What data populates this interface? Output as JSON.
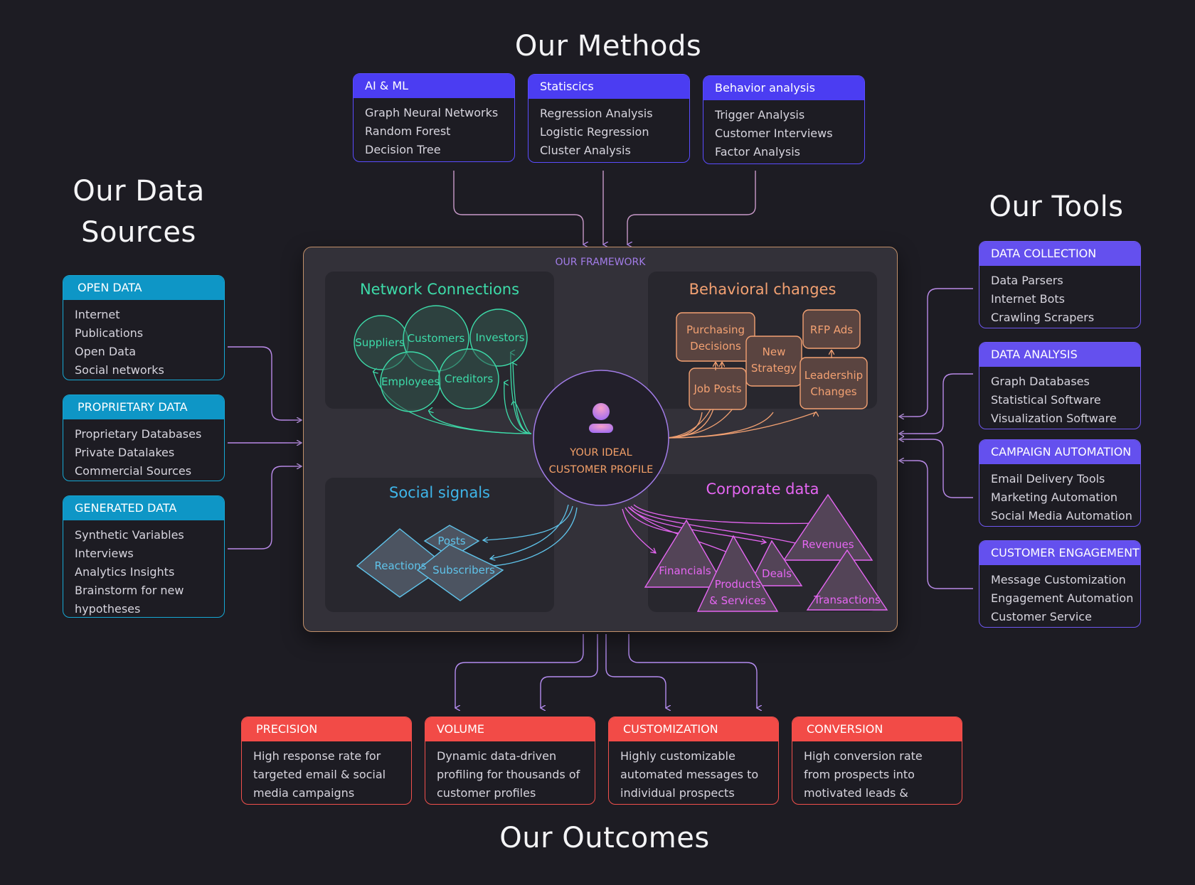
{
  "headings": {
    "methods": "Our Methods",
    "data_sources_line1": "Our Data",
    "data_sources_line2": "Sources",
    "tools": "Our Tools",
    "outcomes": "Our Outcomes"
  },
  "methods": [
    {
      "title": "AI & ML",
      "items": [
        "Graph Neural Networks",
        "Random Forest",
        "Decision Tree"
      ]
    },
    {
      "title": "Statiscics",
      "items": [
        "Regression Analysis",
        "Logistic Regression",
        "Cluster Analysis"
      ]
    },
    {
      "title": "Behavior analysis",
      "items": [
        "Trigger Analysis",
        "Customer Interviews",
        "Factor Analysis"
      ]
    }
  ],
  "data_sources": [
    {
      "title": "OPEN DATA",
      "items": [
        "Internet",
        "Publications",
        "Open Data",
        "Social networks"
      ]
    },
    {
      "title": "PROPRIETARY DATA",
      "items": [
        "Proprietary Databases",
        "Private Datalakes",
        "Commercial Sources"
      ]
    },
    {
      "title": "GENERATED DATA",
      "items": [
        "Synthetic Variables",
        "Interviews",
        "Analytics Insights",
        "Brainstorm for new",
        "hypotheses"
      ]
    }
  ],
  "tools": [
    {
      "title": "DATA COLLECTION",
      "items": [
        "Data Parsers",
        "Internet Bots",
        "Crawling Scrapers"
      ]
    },
    {
      "title": "DATA ANALYSIS",
      "items": [
        "Graph Databases",
        "Statistical Software",
        "Visualization Software"
      ]
    },
    {
      "title": "CAMPAIGN AUTOMATION",
      "items": [
        "Email Delivery Tools",
        "Marketing Automation",
        "Social Media Automation"
      ]
    },
    {
      "title": "CUSTOMER ENGAGEMENT",
      "items": [
        "Message Customization",
        "Engagement Automation",
        "Customer Service"
      ]
    }
  ],
  "outcomes": [
    {
      "title": "PRECISION",
      "text": "High response rate for targeted email & social media campaigns"
    },
    {
      "title": "VOLUME",
      "text": "Dynamic data-driven profiling for thousands of customer profiles"
    },
    {
      "title": "CUSTOMIZATION",
      "text": "Highly customizable automated messages to individual prospects"
    },
    {
      "title": "CONVERSION",
      "text": "High conversion rate from prospects into motivated leads &  customers"
    }
  ],
  "framework": {
    "label": "OUR FRAMEWORK",
    "center_line1": "YOUR IDEAL",
    "center_line2": "CUSTOMER PROFILE",
    "network": {
      "title": "Network Connections",
      "nodes": [
        "Suppliers",
        "Customers",
        "Investors",
        "Employees",
        "Creditors"
      ]
    },
    "behavioral": {
      "title": "Behavioral changes",
      "nodes": {
        "purchasing_1": "Purchasing",
        "purchasing_2": "Decisions",
        "new_1": "New",
        "new_2": "Strategy",
        "rfp": "RFP Ads",
        "job": "Job Posts",
        "leadership_1": "Leadership",
        "leadership_2": "Changes"
      }
    },
    "social": {
      "title": "Social signals",
      "nodes": [
        "Reactions",
        "Posts",
        "Subscribers"
      ]
    },
    "corporate": {
      "title": "Corporate data",
      "nodes": {
        "financials": "Financials",
        "products_1": "Products",
        "products_2": "& Services",
        "deals": "Deals",
        "revenues": "Revenues",
        "transactions": "Transactions"
      }
    }
  },
  "colors": {
    "background": "#1d1c23",
    "network": "#3ddba9",
    "behavioral": "#f3a172",
    "social": "#5fc3ea",
    "corporate": "#e566f2",
    "connector": "#b59aec"
  }
}
